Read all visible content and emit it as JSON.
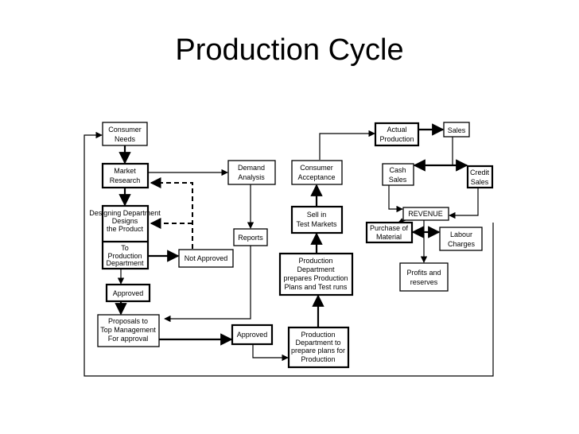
{
  "title": "Production Cycle",
  "nodes": {
    "consumer_needs": "Consumer Needs",
    "market_research": "Market Research",
    "designing": "Designing Department Designs the Product",
    "to_production": "To Production Department",
    "not_approved": "Not Approved",
    "approved_1": "Approved",
    "proposals": "Proposals to Top Management For approval",
    "approved_2": "Approved",
    "prod_plans": "Production Department to prepare plans for Production",
    "demand_analysis": "Demand Analysis",
    "reports": "Reports",
    "prod_test": "Production Department prepares Production Plans and Test runs",
    "sell_test": "Sell in Test Markets",
    "consumer_acceptance": "Consumer Acceptance",
    "actual_production": "Actual Production",
    "sales": "Sales",
    "cash_sales": "Cash Sales",
    "credit_sales": "Credit Sales",
    "revenue": "REVENUE",
    "purchase_material": "Purchase of Material",
    "labour_charges": "Labour Charges",
    "profits_reserves": "Profits and reserves"
  }
}
